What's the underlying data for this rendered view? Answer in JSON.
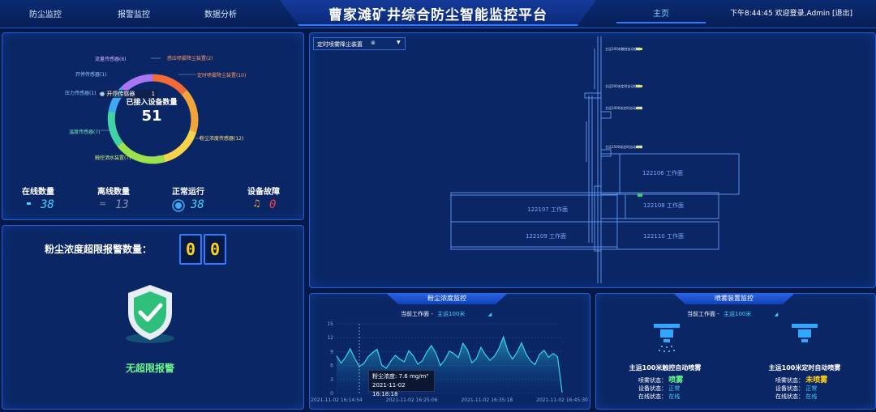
{
  "topbar": {
    "nav": [
      "防尘监控",
      "报警监控",
      "数据分析"
    ],
    "title": "曹家滩矿井综合防尘智能监控平台",
    "home": "主页",
    "time": "下午8:44:45",
    "welcome": "欢迎登录,Admin",
    "logout": "[退出]"
  },
  "devices": {
    "center_title": "已接入设备数量",
    "total": "51",
    "hover": {
      "name": "开停传感器",
      "value": "1"
    },
    "donut_labels": [
      "流量传感器(6)",
      "开停传感器(1)",
      "压力传感器(1)",
      "温度传感器(7)",
      "触控洒水装置(7)",
      "粉尘浓度传感器(12)",
      "定时喷雾降尘装置(10)",
      "感应喷雾降尘装置(2)"
    ],
    "stats": [
      {
        "label": "在线数量",
        "value": "38"
      },
      {
        "label": "离线数量",
        "value": "13"
      },
      {
        "label": "正常运行",
        "value": "38"
      },
      {
        "label": "设备故障",
        "value": "0"
      }
    ]
  },
  "alarm": {
    "label": "粉尘浓度超限报警数量：",
    "digits": [
      "0",
      "0"
    ],
    "status": "无超限报警"
  },
  "map": {
    "dropdown": "定时喷雾降尘装置",
    "faces": [
      "122106 工作面",
      "122107 工作面",
      "122108 工作面",
      "122109 工作面",
      "122110 工作面"
    ]
  },
  "dust": {
    "title": "粉尘浓度监控",
    "face_label": "当前工作面 -",
    "face_value": "主运100米",
    "tooltip_label": "粉尘浓度:",
    "tooltip_value": "7.6 mg/m³",
    "tooltip_time": "2021-11-02 16:18:18"
  },
  "spray": {
    "title": "喷雾装置监控",
    "face_label": "当前工作面 -",
    "face_value": "主运100米",
    "devices": [
      {
        "name": "主运100米触控自动喷雾",
        "spray_label": "喷雾状态：",
        "spray": "喷雾",
        "device_label": "设备状态：",
        "device": "正常",
        "online_label": "在线状态：",
        "online": "在线"
      },
      {
        "name": "主运100米定时自动喷雾",
        "spray_label": "喷雾状态：",
        "spray": "未喷雾",
        "device_label": "设备状态：",
        "device": "正常",
        "online_label": "在线状态：",
        "online": "在线"
      }
    ]
  },
  "chart_data": {
    "type": "area",
    "title": "",
    "xlabel": "",
    "ylabel": "",
    "ylim": [
      0,
      15
    ],
    "yticks": [
      "15",
      "12",
      "9",
      "6",
      "3",
      "0"
    ],
    "x_ticks": [
      "2021-11-02 16:14:54",
      "2021-11-02 16:25:06",
      "2021-11-02 16:35:18",
      "2021-11-02 16:45:30"
    ],
    "grid": true,
    "series": [
      {
        "values": [
          8.1,
          6.5,
          7.8,
          9.6,
          7.6,
          5.8,
          6.4,
          7.9,
          8.8,
          9.5,
          6.1,
          5.4,
          6.9,
          8.2,
          7.4,
          6.8,
          9.2,
          8.1,
          6.3,
          7.0,
          8.9,
          10.3,
          8.7,
          6.0,
          7.2,
          9.1,
          8.6,
          7.7,
          10.8,
          9.4,
          6.6,
          7.5,
          9.9,
          8.3,
          7.1,
          8.0,
          9.7,
          12.2,
          9.0,
          7.4,
          8.8,
          10.9,
          8.5,
          7.0,
          6.2,
          8.4,
          9.3,
          7.8,
          8.6,
          7.9,
          0.2
        ]
      }
    ]
  },
  "colors": {
    "accent": "#2f7bff",
    "line": "#35d6e8",
    "yellow": "#ffd21a",
    "green": "#6cf58a",
    "red": "#ff3b3b"
  }
}
